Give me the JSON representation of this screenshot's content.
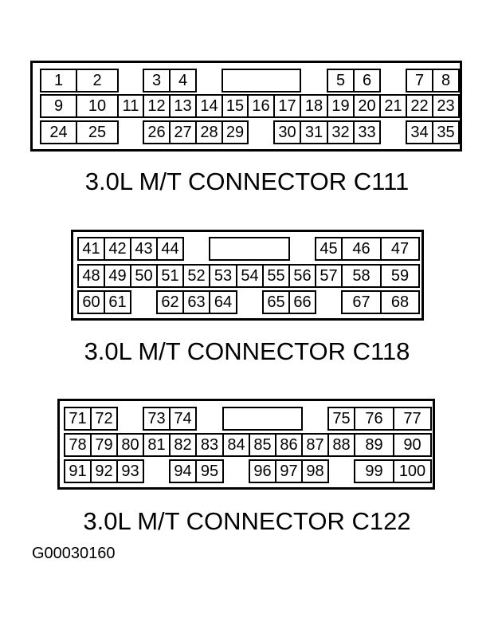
{
  "connectors": [
    {
      "caption": "3.0L M/T CONNECTOR C111",
      "rows": [
        [
          "1",
          "2",
          "3",
          "4",
          "",
          "5",
          "6",
          "7",
          "8"
        ],
        [
          "9",
          "10",
          "11",
          "12",
          "13",
          "14",
          "15",
          "16",
          "17",
          "18",
          "19",
          "20",
          "21",
          "22",
          "23"
        ],
        [
          "24",
          "25",
          "26",
          "27",
          "28",
          "29",
          "30",
          "31",
          "32",
          "33",
          "34",
          "35"
        ]
      ]
    },
    {
      "caption": "3.0L M/T CONNECTOR C118",
      "rows": [
        [
          "41",
          "42",
          "43",
          "44",
          "",
          "45",
          "46",
          "47"
        ],
        [
          "48",
          "49",
          "50",
          "51",
          "52",
          "53",
          "54",
          "55",
          "56",
          "57",
          "58",
          "59"
        ],
        [
          "60",
          "61",
          "62",
          "63",
          "64",
          "65",
          "66",
          "67",
          "68"
        ]
      ]
    },
    {
      "caption": "3.0L M/T CONNECTOR C122",
      "rows": [
        [
          "71",
          "72",
          "73",
          "74",
          "",
          "75",
          "76",
          "77"
        ],
        [
          "78",
          "79",
          "80",
          "81",
          "82",
          "83",
          "84",
          "85",
          "86",
          "87",
          "88",
          "89",
          "90"
        ],
        [
          "91",
          "92",
          "93",
          "94",
          "95",
          "96",
          "97",
          "98",
          "99",
          "100"
        ]
      ]
    }
  ],
  "figure_id": "G00030160"
}
